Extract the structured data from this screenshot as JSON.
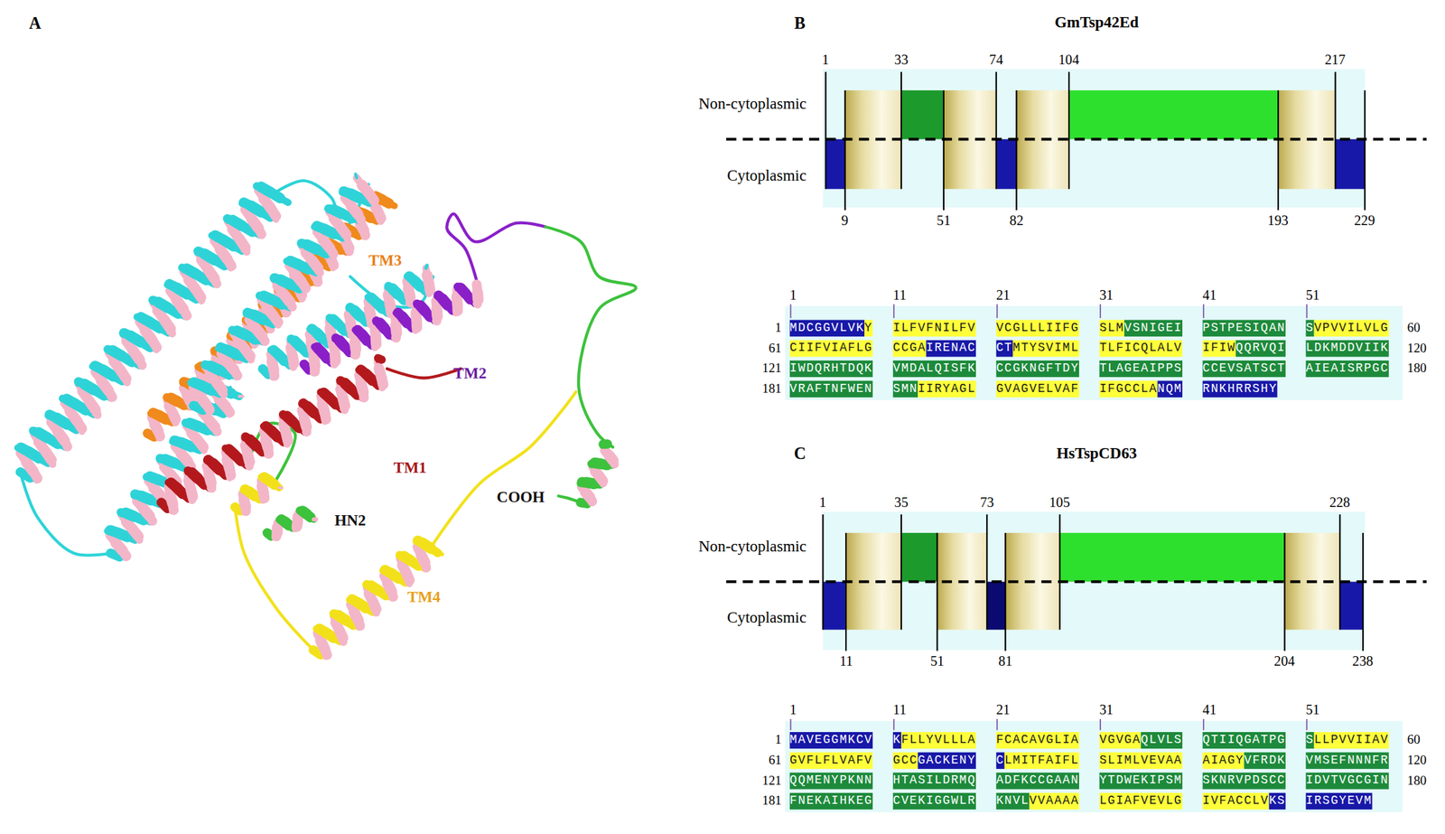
{
  "diagram": {
    "labels": [
      "A",
      "TM3",
      "TM2",
      "TM1",
      "HN2",
      "TM4",
      "COOH",
      "B",
      "GmTsp42Ed",
      "Non-cytoplasmic",
      "Cytoplasmic",
      "1",
      "33",
      "74",
      "104",
      "217",
      "9",
      "51",
      "82",
      "193",
      "229",
      "1",
      "11",
      "21",
      "31",
      "41",
      "51",
      "1",
      "61",
      "121",
      "181",
      "60",
      "120",
      "180",
      "MDCGGVLVKY",
      "ILFVFNILFV",
      "VCGLLLIIFG",
      "SLMVSNIGEI",
      "PSTPESIQAN",
      "SVPVVILVLG",
      "CIIFVIAFLG",
      "CCGAIRENAC",
      "CTMTYSVIML",
      "TLFICQLALV",
      "IFIWQQRVQI",
      "LDKMDDVIIK",
      "IWDQRHTDQK",
      "VMDALQISFK",
      "CCGKNGFTDY",
      "TLAGEAIPPS",
      "CCEVSATSCT",
      "AIEAISRPGC",
      "VRAFTNFWEN",
      "SMNIIRYAGL",
      "GVAGVELVAF",
      "IFGCCLANQM",
      "RNKHRRSHY",
      "C",
      "HsTspCD63",
      "Non-cytoplasmic",
      "Cytoplasmic",
      "1",
      "35",
      "73",
      "105",
      "228",
      "11",
      "51",
      "81",
      "204",
      "238",
      "1",
      "11",
      "21",
      "31",
      "41",
      "51",
      "1",
      "61",
      "121",
      "181",
      "60",
      "120",
      "180",
      "MAVEGGMKCV",
      "KFLLYVLLLA",
      "FCACAVGLIA",
      "VGVGAQLVLS",
      "QTIIQGATPG",
      "SLLPVVIIAV",
      "GVFLFLVAFV",
      "GCCGACKENY",
      "CLMITFAIFL",
      "SLIMLVEVAA",
      "AIAGYVFRDK",
      "VMSEFNNNFR",
      "QQMENYPKNN",
      "HTASILDRMQ",
      "ADFKCCGAAN",
      "YTDWEKIPSM",
      "SKNRVPDSCC",
      "IDVTVGCGIN",
      "FNEKAIHKEG",
      "CVEKIGGWLR",
      "KNVLVVAAAA",
      "LGIAFVEVLG",
      "IVFACCLVKS",
      "IRSGYEVM"
    ]
  }
}
